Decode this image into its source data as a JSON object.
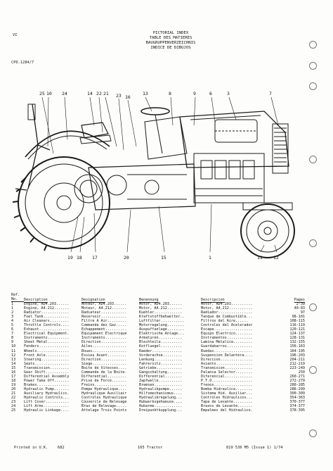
{
  "page": {
    "number": "VI",
    "header_lines": [
      "PICTORIAL INDEX",
      "TABLE DES MATIERES",
      "BAUGRUPPENVERZEICHNIS",
      "INDICE DE DIBUJOS"
    ],
    "ref_code": "CPD.1284/7",
    "footer": {
      "printed": "Printed in U.K.",
      "code": "682",
      "model": "165 Tractor",
      "part_no": "819 536 M5 (Issue 1) 1/74"
    }
  },
  "callouts": {
    "top": [
      "25",
      "10",
      "24",
      "14",
      "22",
      "21",
      "23",
      "16",
      "13",
      "8",
      "9",
      "6",
      "3",
      "7"
    ],
    "bottom": [
      "19",
      "18",
      "17",
      "20",
      "15",
      "1",
      "11",
      "12"
    ]
  },
  "table": {
    "headers": {
      "ref": "Ref.",
      "ref2": "No.",
      "description": "Description",
      "designation": "Designation",
      "benennung": "Benennung",
      "descripcion": "Descripcion",
      "pages": "Pages"
    },
    "rows": [
      {
        "ref": "1",
        "en": "Engine, AD4.203......",
        "fr": "Moteur, AD4.203......",
        "de": "Motor, AD4.203......",
        "es": "Motor, AD4.203..........",
        "pages": "2-39"
      },
      {
        "ref": "1",
        "en": "Engine, A4.212.......",
        "fr": "Moteur, A4.212.......",
        "de": "Motor, A4.212.......",
        "es": "Motor, A4.212...........",
        "pages": "40-83"
      },
      {
        "ref": "2",
        "en": "Radiator.............",
        "fr": "Radiateur............",
        "de": "Kuehler.............",
        "es": "Radiador................",
        "pages": "97"
      },
      {
        "ref": "3",
        "en": "Fuel Tank............",
        "fr": "Reservoir............",
        "de": "Kraftstoffbehaelter..",
        "es": "Tanque de Combustible...",
        "pages": "98-101"
      },
      {
        "ref": "4",
        "en": "Air Cleaners.........",
        "fr": "Filtre A Air.........",
        "de": "Luftfilter...........",
        "es": "Filtros del Aire......",
        "pages": "108-115"
      },
      {
        "ref": "5",
        "en": "Throttle Controls....",
        "fr": "Commande des Gaz.....",
        "de": "Motorregelung........",
        "es": "Controles del Acelerador",
        "pages": "116-119"
      },
      {
        "ref": "6",
        "en": "Exhaust..............",
        "fr": "Echappement..........",
        "de": "Auspuffanlage........",
        "es": "Escape..................",
        "pages": "120-121"
      },
      {
        "ref": "7",
        "en": "Electrical Equipment.",
        "fr": "Equipement Electrique",
        "de": "Elektrische Anlage...",
        "es": "Equipo Electrico........",
        "pages": "124-137"
      },
      {
        "ref": "8",
        "en": "Instruments..........",
        "fr": "Instruments..........",
        "de": "Armaturen...........",
        "es": "Instrumentos............",
        "pages": "128-131"
      },
      {
        "ref": "9",
        "en": "Sheet Metal..........",
        "fr": "Direction............",
        "de": "Blechteile..........",
        "es": "Lamina Metalica.........",
        "pages": "132-155"
      },
      {
        "ref": "10",
        "en": "Fenders..............",
        "fr": "Ailes................",
        "de": "Kotfluegel..........",
        "es": "Guardabarros............",
        "pages": "156-163"
      },
      {
        "ref": "11",
        "en": "Wheels...............",
        "fr": "Roues................",
        "de": "Raeder..............",
        "es": "Ruedas..................",
        "pages": "164-195"
      },
      {
        "ref": "12",
        "en": "Front Axle...........",
        "fr": "Essieu Avant.........",
        "de": "Vorderachse.........",
        "es": "Suspension Delantera....",
        "pages": "196-203"
      },
      {
        "ref": "13",
        "en": "Steering.............",
        "fr": "Direction............",
        "de": "Lenkung.............",
        "es": "Direccion...............",
        "pages": "204-211"
      },
      {
        "ref": "14",
        "en": "Seats................",
        "fr": "Siege................",
        "de": "Fahrersitz..........",
        "es": "Asiento.................",
        "pages": "212-219"
      },
      {
        "ref": "15",
        "en": "Transmission.........",
        "fr": "Boite de Vitesses....",
        "de": "Getriebe............",
        "es": "Transmision.............",
        "pages": "223-249"
      },
      {
        "ref": "16",
        "en": "Gear Shift...........",
        "fr": "Commande de la Boite.",
        "de": "Gangschaltung.......",
        "es": "Palanca Selector........",
        "pages": "250"
      },
      {
        "ref": "17",
        "en": "Differential Assembly",
        "fr": "Differential.........",
        "de": "Differential........",
        "es": "Diferencial.............",
        "pages": "260-271"
      },
      {
        "ref": "18",
        "en": "Power Take Off.......",
        "fr": "Prise de Force.......",
        "de": "Zapfwelle...........",
        "es": "P.T.O...................",
        "pages": "272-279"
      },
      {
        "ref": "19",
        "en": "Brakes...............",
        "fr": "Freins...............",
        "de": "Bremsen.............",
        "es": "Frenos..................",
        "pages": "280-285"
      },
      {
        "ref": "20",
        "en": "Hydraulic Pump.......",
        "fr": "Pompe Hydraulique....",
        "de": "Hydraulikpumpe......",
        "es": "Bomba Hidraulica........",
        "pages": "286-299"
      },
      {
        "ref": "21",
        "en": "Auxiliary Hydraulics.",
        "fr": "Hydraulique Auxiliair",
        "de": "Hilfsmechanismus....",
        "es": "Sistema Hid. Auxiliar...",
        "pages": "300-309"
      },
      {
        "ref": "22",
        "en": "Hydraulic Controls...",
        "fr": "Controles Hydraulique",
        "de": "Hydraulikregelung...",
        "es": "Controles Hidraulicos...",
        "pages": "354-363"
      },
      {
        "ref": "23",
        "en": "Lift Cover...........",
        "fr": "Couvercle de Relevage",
        "de": "Hubwerksgehaeuse....",
        "es": "Tapa de Levante.........",
        "pages": "370-377"
      },
      {
        "ref": "24",
        "en": "Lift Arms............",
        "fr": "Bras de Relevage.....",
        "de": "Hubarme.............",
        "es": "Brazos de Levante.......",
        "pages": "374-377"
      },
      {
        "ref": "25",
        "en": "Hydraulic Linkage....",
        "fr": "Attelage Trois Points",
        "de": "Dreipunktkupplung...",
        "es": "Empalmes del Hidraulico.",
        "pages": "378-395"
      }
    ]
  }
}
